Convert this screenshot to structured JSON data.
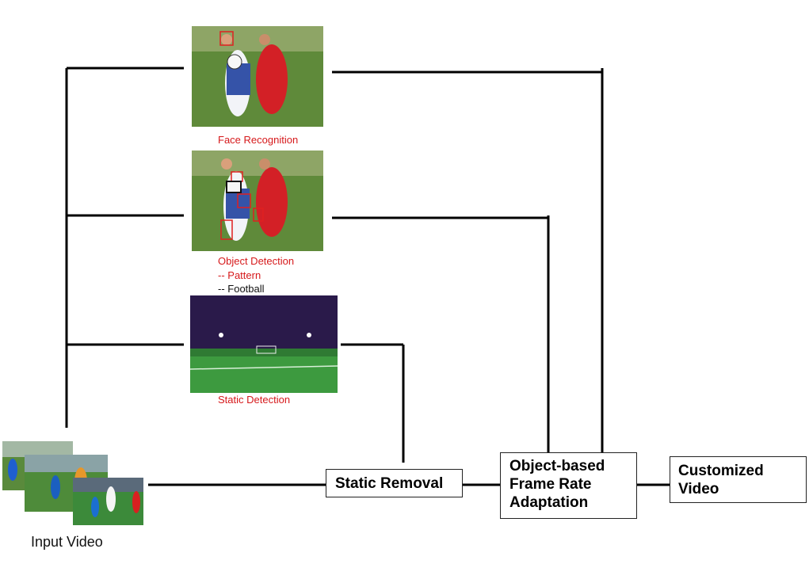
{
  "panels": {
    "face_recognition": {
      "label": "Face Recognition"
    },
    "object_detection": {
      "label": "Object Detection",
      "sub1": "-- Pattern",
      "sub2": "-- Football"
    },
    "static_detection": {
      "label": "Static Detection"
    }
  },
  "input": {
    "label": "Input Video"
  },
  "boxes": {
    "static_removal": "Static Removal",
    "frame_rate": {
      "line1": "Object-based",
      "line2": "Frame Rate",
      "line3": "Adaptation"
    },
    "customized": {
      "line1": "Customized",
      "line2": "Video"
    }
  },
  "colors": {
    "label_red": "#d6191b",
    "line": "#000000"
  }
}
